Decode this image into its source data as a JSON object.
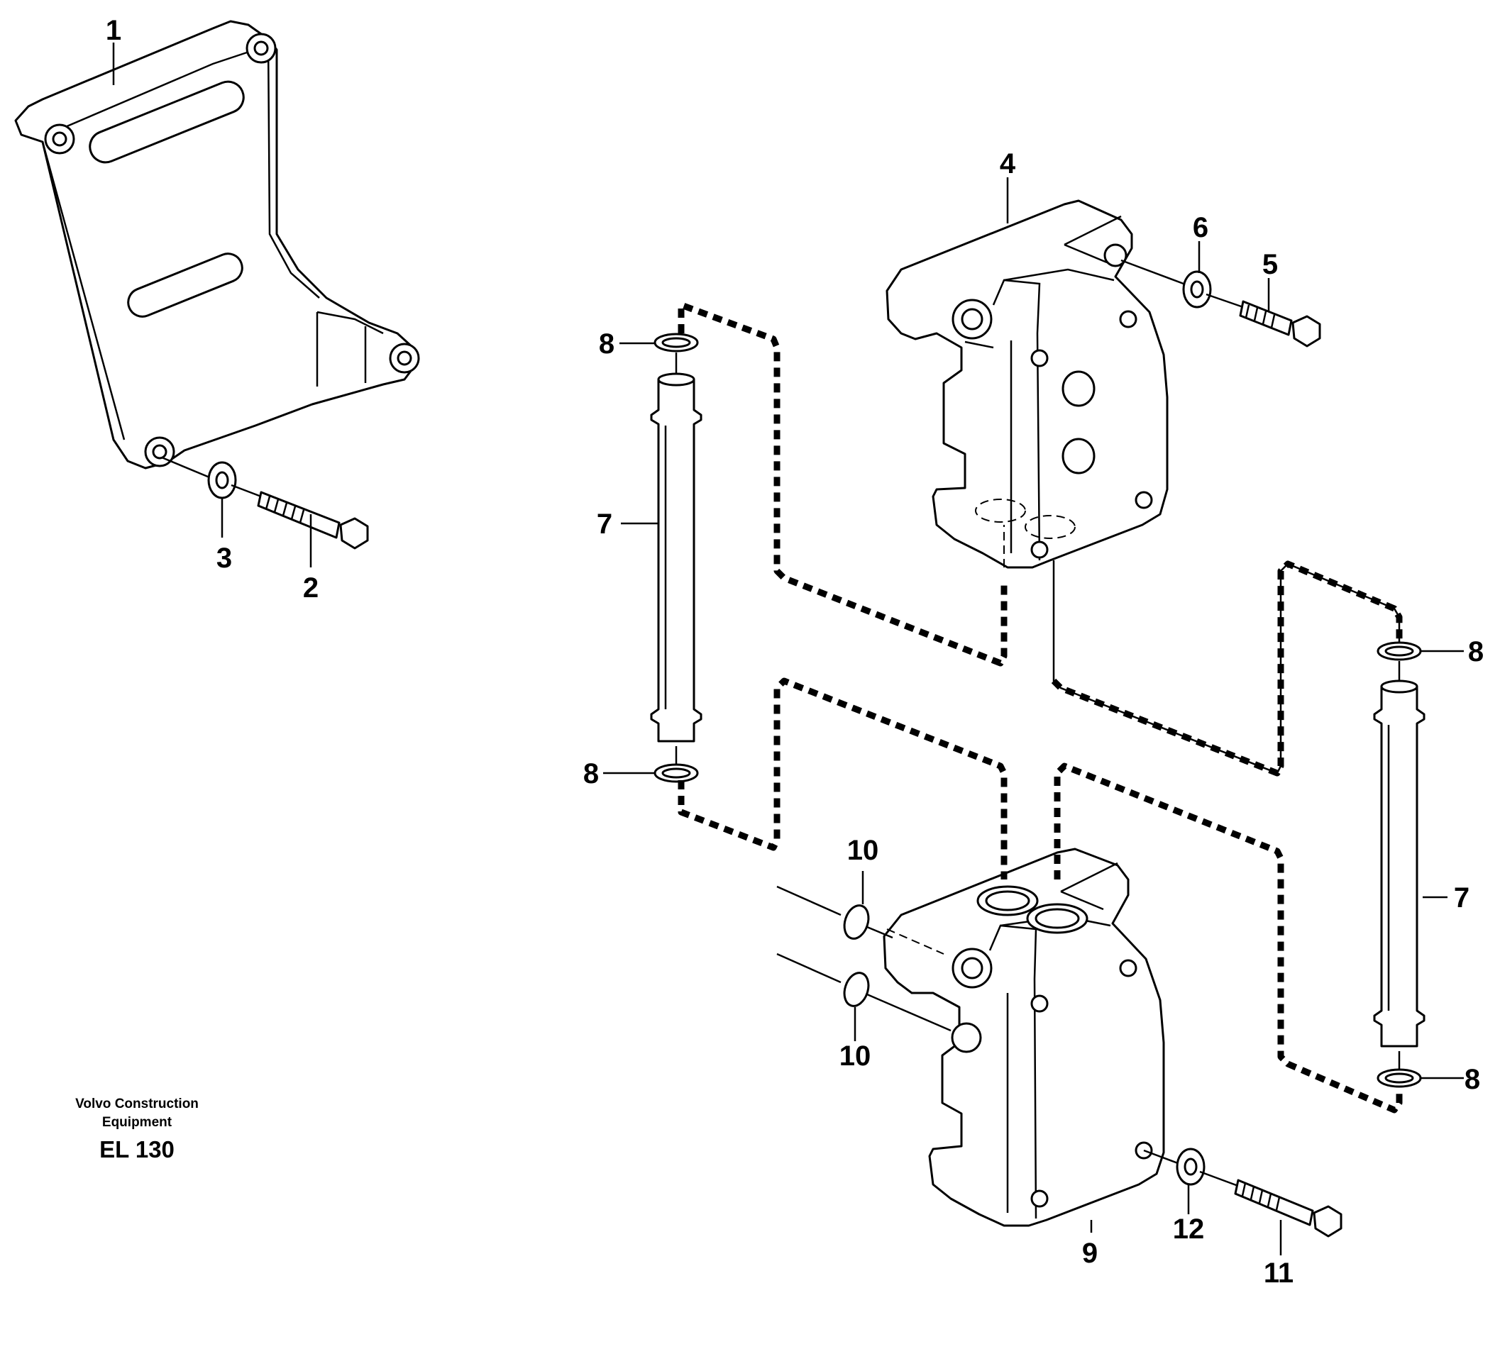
{
  "figure": {
    "callouts": [
      {
        "id": "1",
        "text": "1"
      },
      {
        "id": "2",
        "text": "2"
      },
      {
        "id": "3",
        "text": "3"
      },
      {
        "id": "4",
        "text": "4"
      },
      {
        "id": "5",
        "text": "5"
      },
      {
        "id": "6",
        "text": "6"
      },
      {
        "id": "7a",
        "text": "7"
      },
      {
        "id": "7b",
        "text": "7"
      },
      {
        "id": "8a",
        "text": "8"
      },
      {
        "id": "8b",
        "text": "8"
      },
      {
        "id": "8c",
        "text": "8"
      },
      {
        "id": "8d",
        "text": "8"
      },
      {
        "id": "9",
        "text": "9"
      },
      {
        "id": "10a",
        "text": "10"
      },
      {
        "id": "10b",
        "text": "10"
      },
      {
        "id": "11",
        "text": "11"
      },
      {
        "id": "12",
        "text": "12"
      }
    ]
  },
  "caption": {
    "brand_line1": "Volvo Construction",
    "brand_line2": "Equipment",
    "code": "EL 130"
  }
}
